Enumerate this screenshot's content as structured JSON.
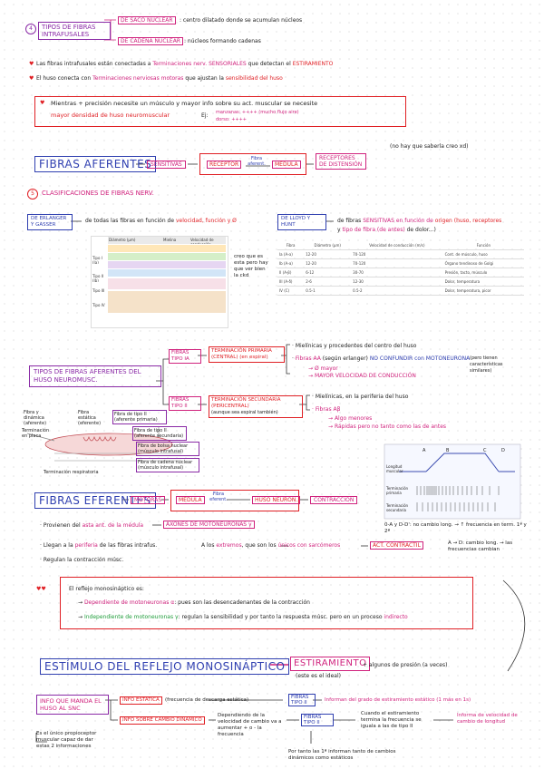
{
  "section_tipos": {
    "number": "4",
    "title": "TIPOS DE FIBRAS INTRAFUSALES",
    "saco_label": "DE SACO NUCLEAR",
    "saco_desc": ": centro dilatado donde se acumulan núcleos",
    "cadena_label": "DE CADENA NUCLEAR",
    "cadena_desc": ": núcleos formando cadenas"
  },
  "intro": {
    "line1_a": "Las fibras intrafusales están conectadas a",
    "line1_b": "Terminaciones nerv. SENSORIALES",
    "line1_c": "que detectan el",
    "line1_d": "ESTIRAMIENTO",
    "line2_a": "El huso conecta con",
    "line2_b": "Terminaciones nerviosas motoras",
    "line2_c": "que ajustan la",
    "line2_d": "sensibilidad del huso"
  },
  "precision": {
    "line1": "Mientras + precisión necesite un músculo y mayor info sobre su act. muscular se necesite",
    "line2": "mayor densidad de huso neuromuscular",
    "example": "Ej:",
    "ex1": "manzanas: ++++ (mucho flujo aire)",
    "ex2": "dorso: ++++"
  },
  "aferentes": {
    "note": "(no hay que saberla creo xd)",
    "title": "FIBRAS AFERENTES",
    "sensitivas": "SENSITIVAS",
    "receptor": "RECEPTOR",
    "fibra_aferent": "Fibra aferent.",
    "medula": "MÉDULA",
    "receptores": "RECEPTORES DE DISTENSIÓN"
  },
  "clasificaciones": {
    "number": "5",
    "title": "CLASIFICACIONES DE FIBRAS NERV.",
    "erlanger_box": "DE ERLANGER Y GASSER",
    "erlanger_desc_a": "de todas las fibras en función de",
    "erlanger_desc_b": "velocidad, función y Ø",
    "lloyd_box": "DE LLOYD Y HUNT",
    "lloyd_desc_a": "de fibras",
    "lloyd_desc_b": "SENSITIVAS en función de",
    "lloyd_desc_c": "origen (huso, receptores",
    "lloyd_desc_d": "y",
    "lloyd_desc_e": "tipo de fibra (de antes)",
    "lloyd_desc_f": "de dolor...)",
    "creo_note": "creo que es esta pero hay que ver bien la ckd",
    "table_headers": [
      "Fibra",
      "Diámetro (µm)",
      "Velocidad de conducción (m/s)",
      "Función"
    ],
    "table_rows": [
      [
        "Ia (A-α)",
        "12-20",
        "70-120",
        "Cont. de músculo, huso"
      ],
      [
        "Ib (A-α)",
        "12-20",
        "70-120",
        "Órgano tendinoso de Golgi"
      ],
      [
        "II (A-β)",
        "6-12",
        "30-70",
        "Presión, tacto, músculo"
      ],
      [
        "III (A-δ)",
        "2-6",
        "12-30",
        "Dolor, temperatura"
      ],
      [
        "IV (C)",
        "0.5-1",
        "0.5-2",
        "Dolor, temperatura, picor"
      ]
    ],
    "eg_labels": [
      "Tipo I (Ia)",
      "Tipo II (Ib)",
      "Tipo III",
      "Tipo IV"
    ],
    "eg_header": [
      "Diámetro (µm)",
      "Mielina",
      "Velocidad de conducción"
    ]
  },
  "afferent_types": {
    "title": "TIPOS DE FIBRAS AFERENTES DEL HUSO NEUROMUSC.",
    "fibra_1a": "FIBRAS TIPO IA",
    "term_1a": "TERMINACIÓN PRIMARIA (CENTRAL) (en espiral)",
    "fibra_2": "FIBRAS TIPO II",
    "term_2": "TERMINACIÓN SECUNDARIA (PERICENTRAL)",
    "term_2_note": "(aunque sea espiral también)",
    "ia_1": "Mielínicas y procedentes del centro del huso",
    "ia_2_a": "Fibras AA",
    "ia_2_b": "(según erlanger)",
    "ia_2_c": "NO CONFUNDIR con MOTONEURONA",
    "ia_2_d": "(pero tienen características similares)",
    "ia_3": "Ø mayor",
    "ia_4": "MAYOR VELOCIDAD DE CONDUCCIÓN",
    "ii_1": "Mielínicas, en la periferia del huso",
    "ii_2": "Fibras Aβ",
    "ii_3": "Algo menores",
    "ii_4": "Rápidas pero no tanto como las de antes"
  },
  "diagram_labels": {
    "fibra_dinamica": "Fibra y dinámica (aferente)",
    "fibra_estatica": "Fibra estática (eferente)",
    "fibra_tipo2": "Fibra de tipo II (aferente primaria)",
    "fibra_tipo1": "Fibra de tipo II (aferente secundaria)",
    "term_placa": "Terminación en placa",
    "bolsa": "Fibra de bolsa nuclear (músculo intrafusal)",
    "cadena": "Fibra de cadena nuclear (músculo intrafusal)",
    "term_resp": "Terminación respiratoria"
  },
  "graph": {
    "labels": [
      "A",
      "B",
      "C",
      "D"
    ],
    "row1": "Longitud muscular",
    "row2": "Terminación primaria",
    "row3": "Terminación secundaria"
  },
  "eferentes": {
    "title": "FIBRAS EFERENTES",
    "motoras": "MOTORAS",
    "medula": "MÉDULA",
    "fibra_eferent": "Fibra eferent.",
    "huso": "HUSO NEURON.",
    "contraccion": "CONTRACCIÓN",
    "b1_a": "Provienen del",
    "b1_b": "asta ant. de la médula",
    "b1_c": "AXONES DE MOTONEURONAS γ",
    "b2_a": "Llegan a la",
    "b2_b": "periferia",
    "b2_c": "de las fibras intrafus.",
    "b2_d": "A los",
    "b2_e": "extremos",
    "b2_f": ", que son los",
    "b2_g": "únicos con sarcómeros",
    "b2_h": "ACT. CONTRÁCTIL",
    "b3": "Regulan la contracción músc.",
    "graph_note1": "0-A y D-D': no cambio long. → ↑ frecuencia en term. 1ª y 2ª",
    "graph_note2": "A → D: cambio long. → las frecuencias cambian"
  },
  "reflejo_box": {
    "line1": "El reflejo monosináptico es:",
    "line2_a": "Dependiente de motoneuronas α",
    "line2_b": ": pues son las desencadenantes de la contracción",
    "line3_a": "Independiente de motoneuronas γ",
    "line3_b": ": regulan la sensibilidad y por tanto la respuesta músc. pero en un proceso",
    "line3_c": "indirecto"
  },
  "estimulo": {
    "title": "ESTÍMULO DEL REFLEJO MONOSINÁPTICO",
    "estiramiento": "ESTIRAMIENTO",
    "aux": "+ algunos de presión (a veces)",
    "sub": "(este es el ideal)",
    "info_box": "INFO QUE MANDA EL HUSO AL SNC",
    "estatica_box": "INFO ESTÁTICA",
    "estatica_desc": "(frecuencia de descarga estática)",
    "fibras_ii_1": "FIBRAS TIPO II",
    "estatica_res": "Informan del grado de estiramiento estático (1 más en 1s)",
    "dinamica_box": "INFO SOBRE CAMBIO DINÁMICO",
    "dinamica_desc": "Dependiendo de la velocidad de cambio va a aumentar + o - la frecuencia",
    "fibras_ii_2": "FIBRAS TIPO II",
    "dinamica_mid": "Cuando el estiramiento termina la frecuencia se iguala a las de tipo II",
    "dinamica_res": "Informa de velocidad de cambio de longitud",
    "unico_note": "Es el único propioceptor muscular capaz de dar estas 2 informaciones",
    "por_tanto": "Por tanto las 1ª informan tanto de cambios dinámicos como estáticos"
  }
}
